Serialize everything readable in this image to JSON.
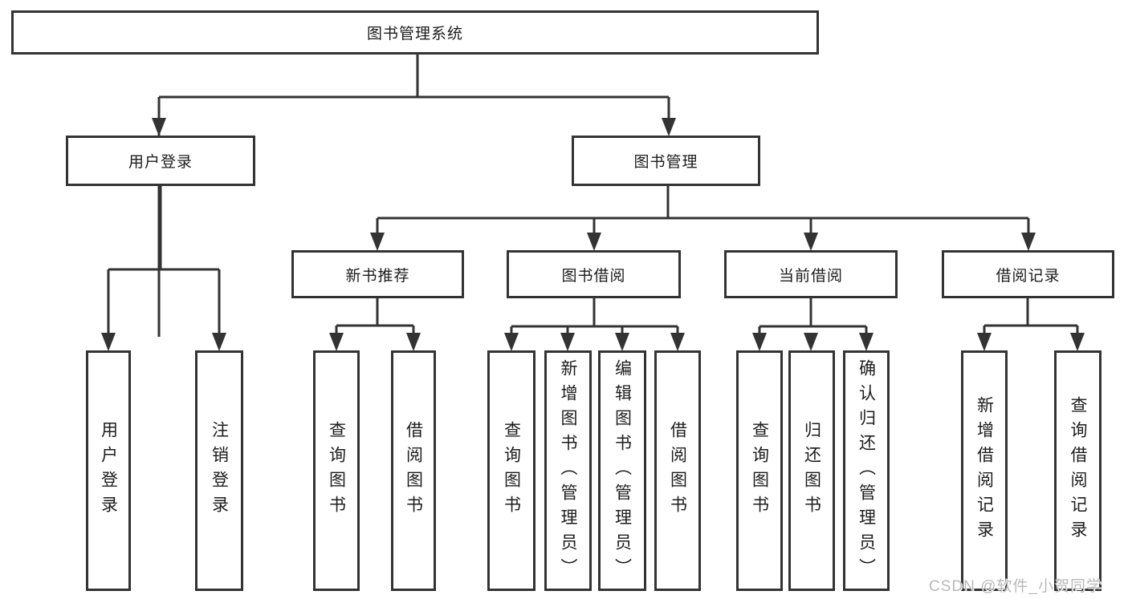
{
  "tree": {
    "label": "图书管理系统",
    "children": [
      {
        "label": "用户登录",
        "children": [
          {
            "label": "用户登录"
          },
          {
            "label": "注销登录"
          }
        ]
      },
      {
        "label": "图书管理",
        "children": [
          {
            "label": "新书推荐",
            "children": [
              {
                "label": "查询图书"
              },
              {
                "label": "借阅图书"
              }
            ]
          },
          {
            "label": "图书借阅",
            "children": [
              {
                "label": "查询图书"
              },
              {
                "label": "新增图书（管理员）"
              },
              {
                "label": "编辑图书（管理员）"
              },
              {
                "label": "借阅图书"
              }
            ]
          },
          {
            "label": "当前借阅",
            "children": [
              {
                "label": "查询图书"
              },
              {
                "label": "归还图书"
              },
              {
                "label": "确认归还（管理员）"
              }
            ]
          },
          {
            "label": "借阅记录",
            "children": [
              {
                "label": "新增借阅记录"
              },
              {
                "label": "查询借阅记录"
              }
            ]
          }
        ]
      }
    ]
  },
  "watermark": {
    "text": "CSDN @软件_小贺同学"
  },
  "colors": {
    "line": "#333333",
    "text": "#1c1c1c",
    "background": "#ffffff",
    "watermark": "#b9b9b9"
  }
}
